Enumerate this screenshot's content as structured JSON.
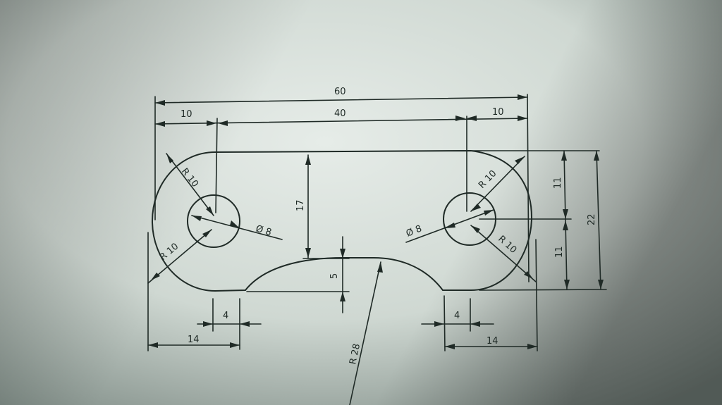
{
  "drawing": {
    "dims": {
      "overall_width": "60",
      "left_offset": "10",
      "hole_spacing": "40",
      "right_offset": "10",
      "left_radius_top": "R 10",
      "left_radius_bottom": "R 10",
      "left_hole_dia": "Ø 8",
      "right_radius_top": "R 10",
      "right_radius_bottom": "R 10",
      "right_hole_dia": "Ø 8",
      "height_to_arc": "17",
      "arc_depth": "5",
      "arc_radius": "R 28",
      "left_slot_width": "4",
      "left_flat_width": "14",
      "right_slot_width": "4",
      "right_flat_width": "14",
      "upper_half_height": "11",
      "lower_half_height": "11",
      "overall_height": "22"
    }
  }
}
